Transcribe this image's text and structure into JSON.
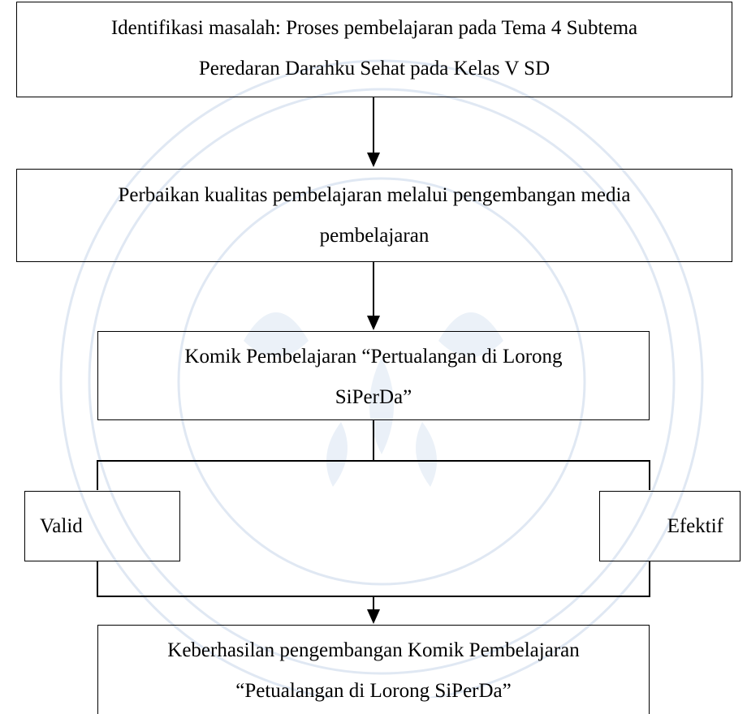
{
  "diagram": {
    "identification": {
      "line1": "Identifikasi masalah: Proses pembelajaran pada Tema 4 Subtema",
      "line2": "Peredaran Darahku Sehat pada Kelas V SD"
    },
    "improvement": {
      "line1": "Perbaikan kualitas pembelajaran melalui pengembangan media",
      "line2": "pembelajaran"
    },
    "comic": {
      "line1": "Komik Pembelajaran “Pertualangan di Lorong",
      "line2": "SiPerDa”"
    },
    "valid": "Valid",
    "effective": "Efektif",
    "success": {
      "line1": "Keberhasilan pengembangan Komik Pembelajaran",
      "line2": "“Petualangan di Lorong SiPerDa”"
    }
  }
}
